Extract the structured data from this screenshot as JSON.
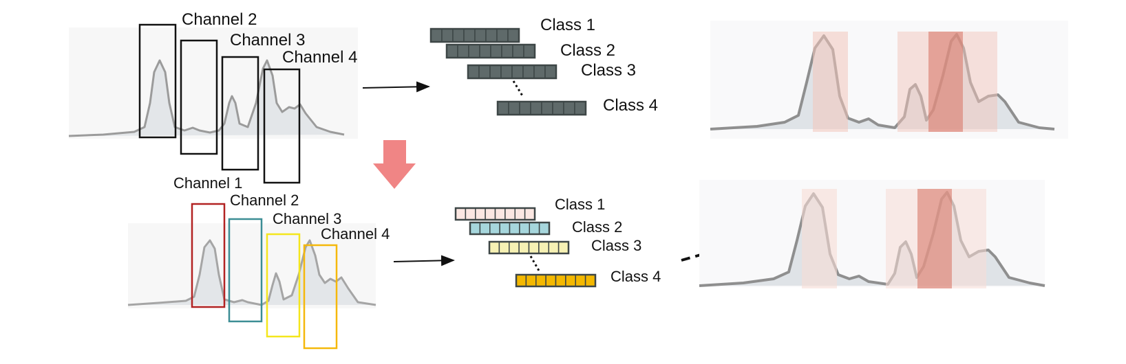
{
  "top_panel": {
    "channel_labels": [
      "Channel 2",
      "Channel 3",
      "Channel 4"
    ],
    "class_labels": [
      "Class 1",
      "Class 2",
      "Class 3",
      "Class 4"
    ]
  },
  "bottom_panel": {
    "channel_labels": [
      "Channel 1",
      "Channel 2",
      "Channel 3",
      "Channel 4"
    ],
    "class_labels": [
      "Class 1",
      "Class 2",
      "Class 3",
      "Class 4"
    ]
  },
  "colors": {
    "channel_top": "#111111",
    "channel_1": "#b22222",
    "channel_2": "#3b8d94",
    "channel_3": "#f4e61c",
    "channel_4": "#f5b80a",
    "class_top_fill": "#5f6a6a",
    "class_1_fill": "#fbe7e2",
    "class_2_fill": "#a6d6dc",
    "class_3_fill": "#f6f1b4",
    "class_4_fill": "#f4b800",
    "down_arrow": "#f08585",
    "highlight_light": "#f2c6bc",
    "highlight_dark": "#d9796a"
  }
}
